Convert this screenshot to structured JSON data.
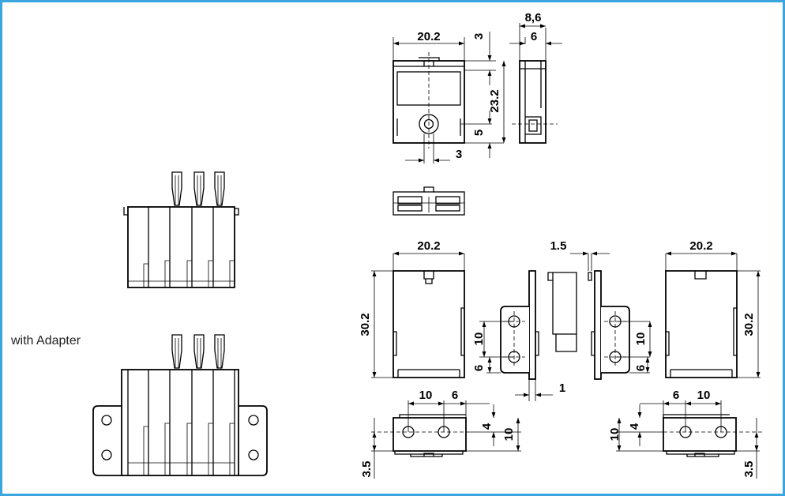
{
  "caption": "with Adapter",
  "colors": {
    "frame": "#3aa6dd",
    "line": "#000000",
    "background": "#ffffff"
  },
  "dimensions": {
    "top_width": "20.2",
    "top_tab": "3",
    "side_depth": "8,6",
    "side_inner": "6",
    "height": "23.2",
    "hole_offset": "5",
    "hole_width": "3",
    "width_left": "20.2",
    "thickness": "1.5",
    "width_right": "20.2",
    "height_left": "30.2",
    "height_right": "30.2",
    "hole_pitch_left": "10",
    "hole_edge_left": "6",
    "gap": "1",
    "hole_pitch_right": "10",
    "hole_edge_right": "6",
    "bottom_left_pitch": "10",
    "bottom_left_edge": "6",
    "bottom_left_inner": "4",
    "bottom_left_outer": "10",
    "bottom_left_base": "3.5",
    "bottom_right_edge": "6",
    "bottom_right_pitch": "10",
    "bottom_right_outer": "10",
    "bottom_right_inner": "4",
    "bottom_right_base": "3.5"
  }
}
